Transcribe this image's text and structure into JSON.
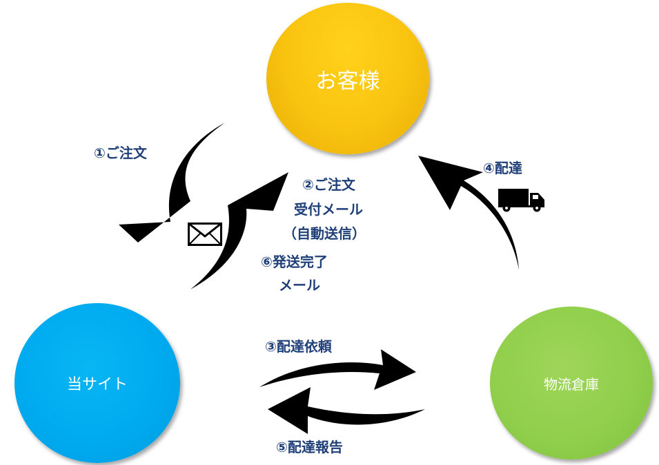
{
  "nodes": {
    "customer": "お客様",
    "site": "当サイト",
    "warehouse": "物流倉庫"
  },
  "steps": {
    "order": "①ご注文",
    "order_mail_line1": "②ご注文",
    "order_mail_line2": "受付メール",
    "order_mail_line3": "（自動送信）",
    "delivery_request": "③配達依頼",
    "delivery": "④配達",
    "delivery_report": "⑤配達報告",
    "shipped_mail_line1": "⑥発送完了",
    "shipped_mail_line2": "メール"
  },
  "icons": {
    "mail": "envelope-icon",
    "delivery": "truck-icon"
  },
  "colors": {
    "customer": "#f9c310",
    "site": "#00a9ee",
    "warehouse": "#8fce4a",
    "label_text": "#1f3f78",
    "arrow": "#000000"
  }
}
